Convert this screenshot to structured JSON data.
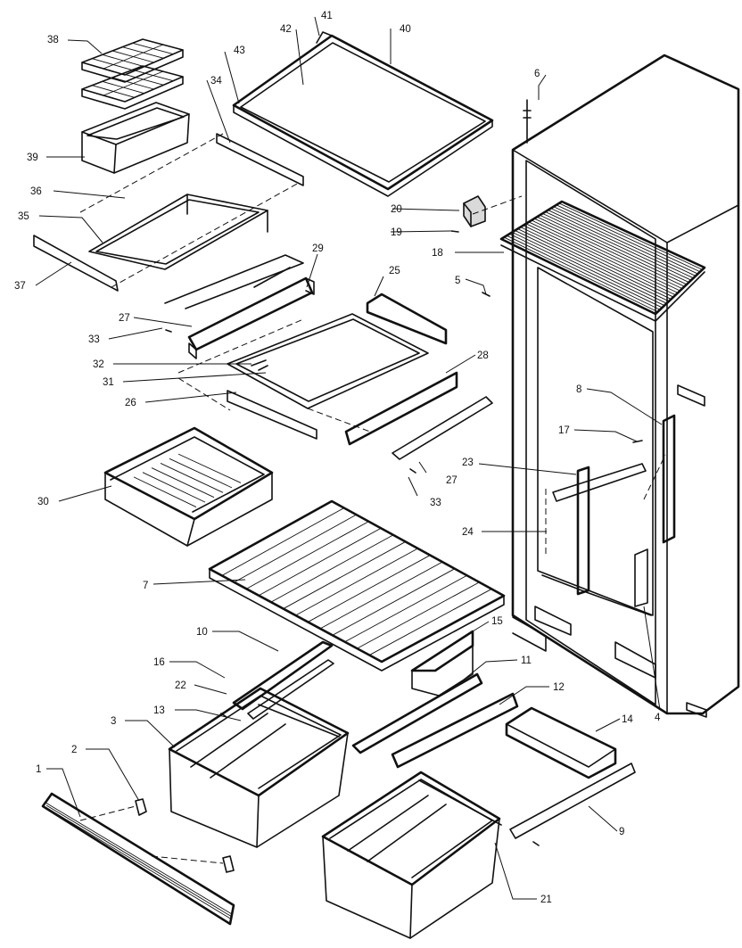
{
  "labels": {
    "p1": "1",
    "p2": "2",
    "p3": "3",
    "p4": "4",
    "p5": "5",
    "p6": "6",
    "p7": "7",
    "p8": "8",
    "p9": "9",
    "p10": "10",
    "p11": "11",
    "p12": "12",
    "p13": "13",
    "p14": "14",
    "p15": "15",
    "p16": "16",
    "p17": "17",
    "p18": "18",
    "p19": "19",
    "p20": "20",
    "p21": "21",
    "p22": "22",
    "p23": "23",
    "p24": "24",
    "p25": "25",
    "p26": "26",
    "p27a": "27",
    "p27b": "27",
    "p28": "28",
    "p29": "29",
    "p30": "30",
    "p31": "31",
    "p32": "32",
    "p33a": "33",
    "p33b": "33",
    "p34": "34",
    "p35": "35",
    "p36": "36",
    "p37": "37",
    "p38": "38",
    "p39": "39",
    "p40": "40",
    "p41": "41",
    "p42": "42",
    "p43": "43"
  }
}
